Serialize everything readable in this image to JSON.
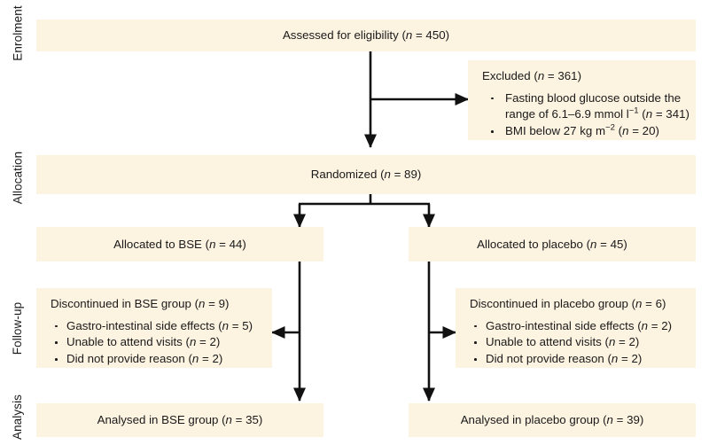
{
  "diagram": {
    "title": "CONSORT participant flow diagram",
    "box_fill": "#fdf3e1",
    "line_color": "#111111",
    "text_color": "#1a1a1a"
  },
  "stages": [
    {
      "id": "enrolment",
      "label": "Enrolment"
    },
    {
      "id": "allocation",
      "label": "Allocation"
    },
    {
      "id": "followup",
      "label": "Follow-up"
    },
    {
      "id": "analysis",
      "label": "Analysis"
    }
  ],
  "nodes": {
    "assessed": {
      "title_prefix": "Assessed for eligibility (",
      "title_n": "n",
      "title_suffix": " = 450)"
    },
    "excluded": {
      "title_prefix": "Excluded (",
      "title_n": "n",
      "title_suffix": " = 361)",
      "reasons": [
        {
          "line1_prefix": "Fasting blood glucose outside the",
          "line2_prefix": "range of 6.1–6.9 mmol l",
          "line2_sup": "−1",
          "line2_mid": " (",
          "line2_n": "n",
          "line2_suffix": " = 341)"
        },
        {
          "line1_prefix": "BMI below 27 kg m",
          "line1_sup": "−2",
          "line1_mid": " (",
          "line1_n": "n",
          "line1_suffix": " = 20)"
        }
      ]
    },
    "randomized": {
      "title_prefix": "Randomized (",
      "title_n": "n",
      "title_suffix": " = 89)"
    },
    "alloc_bse": {
      "title_prefix": "Allocated to BSE (",
      "title_n": "n",
      "title_suffix": " = 44)"
    },
    "alloc_placebo": {
      "title_prefix": "Allocated to placebo (",
      "title_n": "n",
      "title_suffix": " = 45)"
    },
    "disc_bse": {
      "title_prefix": "Discontinued in BSE group (",
      "title_n": "n",
      "title_suffix": " = 9)",
      "reasons": [
        {
          "text_prefix": "Gastro-intestinal side effects (",
          "n": "n",
          "text_suffix": " = 5)"
        },
        {
          "text_prefix": "Unable to attend visits (",
          "n": "n",
          "text_suffix": " = 2)"
        },
        {
          "text_prefix": "Did not provide reason (",
          "n": "n",
          "text_suffix": " = 2)"
        }
      ]
    },
    "disc_placebo": {
      "title_prefix": "Discontinued in placebo group (",
      "title_n": "n",
      "title_suffix": " = 6)",
      "reasons": [
        {
          "text_prefix": "Gastro-intestinal side effects (",
          "n": "n",
          "text_suffix": " = 2)"
        },
        {
          "text_prefix": "Unable to attend visits (",
          "n": "n",
          "text_suffix": " = 2)"
        },
        {
          "text_prefix": "Did not provide reason (",
          "n": "n",
          "text_suffix": " = 2)"
        }
      ]
    },
    "analysed_bse": {
      "title_prefix": "Analysed in BSE group (",
      "title_n": "n",
      "title_suffix": " = 35)"
    },
    "analysed_placebo": {
      "title_prefix": "Analysed in placebo group (",
      "title_n": "n",
      "title_suffix": " = 39)"
    }
  }
}
